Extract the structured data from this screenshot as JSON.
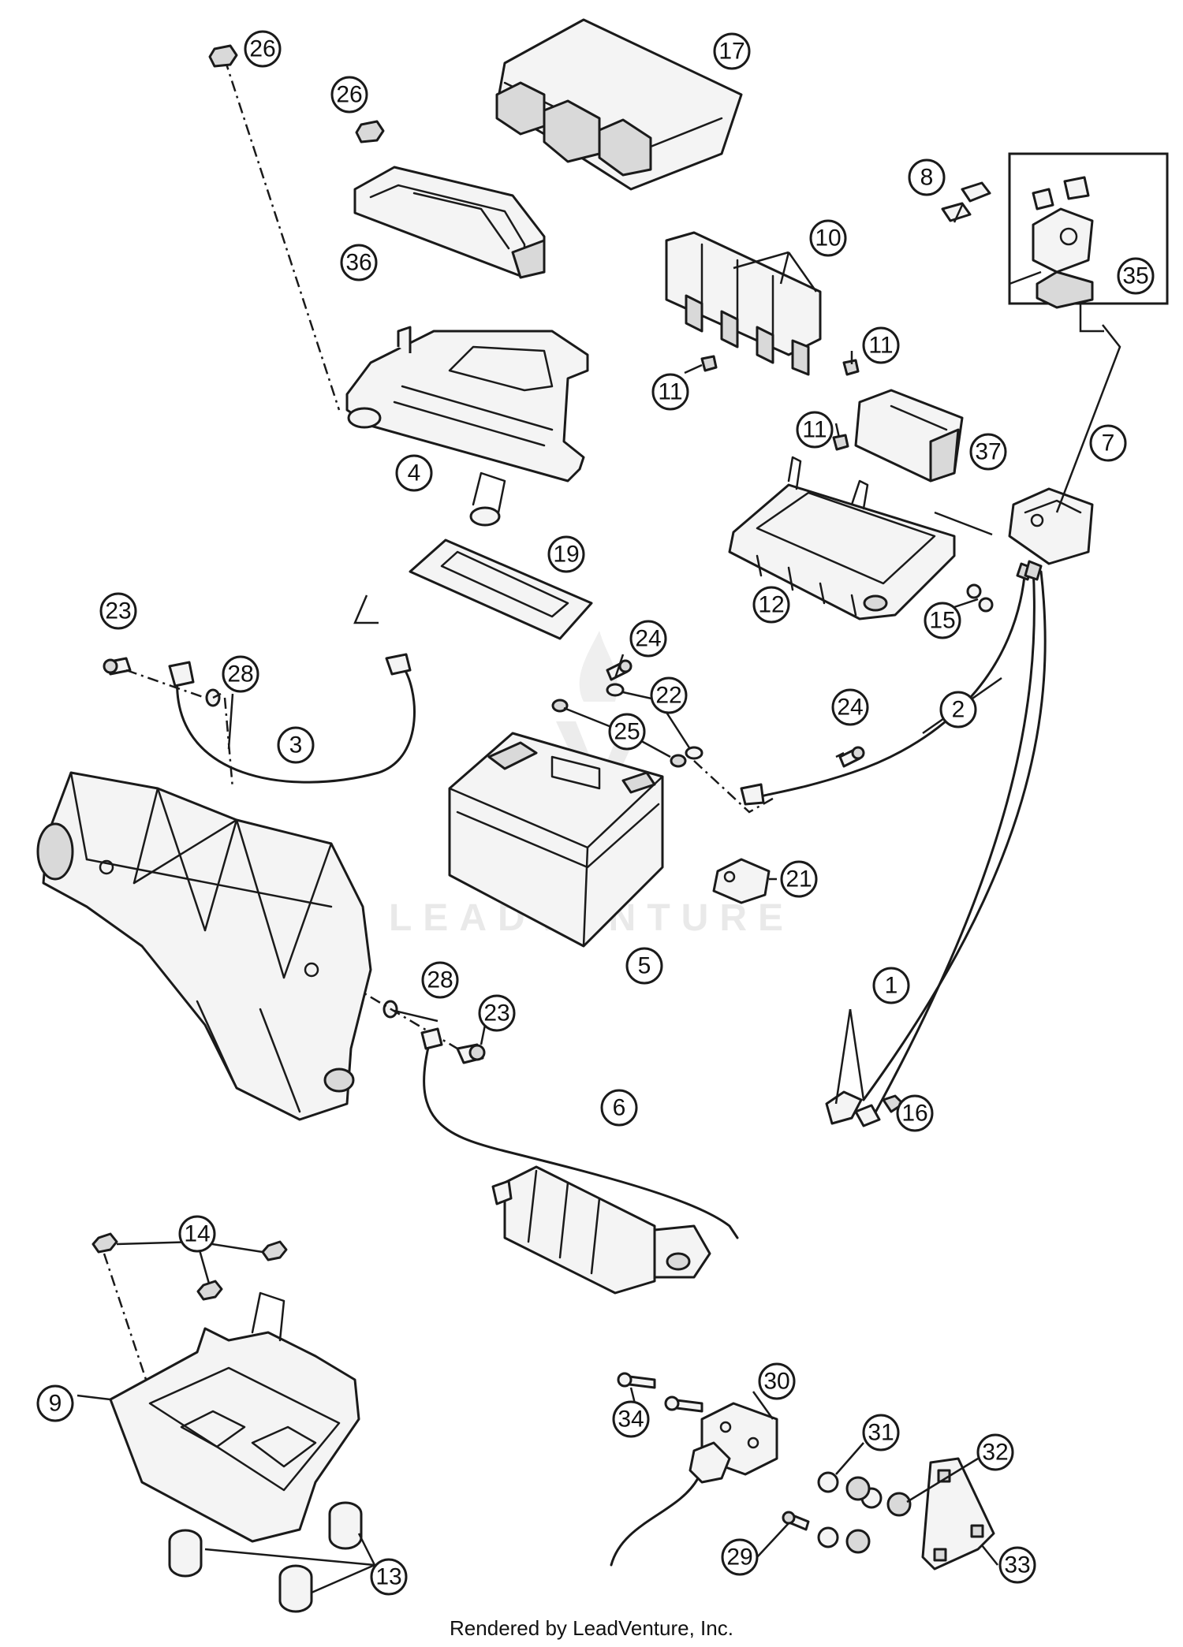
{
  "diagram": {
    "callouts": [
      "1",
      "2",
      "3",
      "4",
      "5",
      "6",
      "7",
      "8",
      "9",
      "10",
      "11",
      "12",
      "13",
      "14",
      "15",
      "16",
      "17",
      "19",
      "21",
      "22",
      "23",
      "24",
      "25",
      "26",
      "28",
      "29",
      "30",
      "31",
      "32",
      "33",
      "34",
      "35",
      "36",
      "37"
    ],
    "watermark": "LEADVENTURE"
  },
  "footer": {
    "credit": "Rendered by LeadVenture, Inc."
  }
}
